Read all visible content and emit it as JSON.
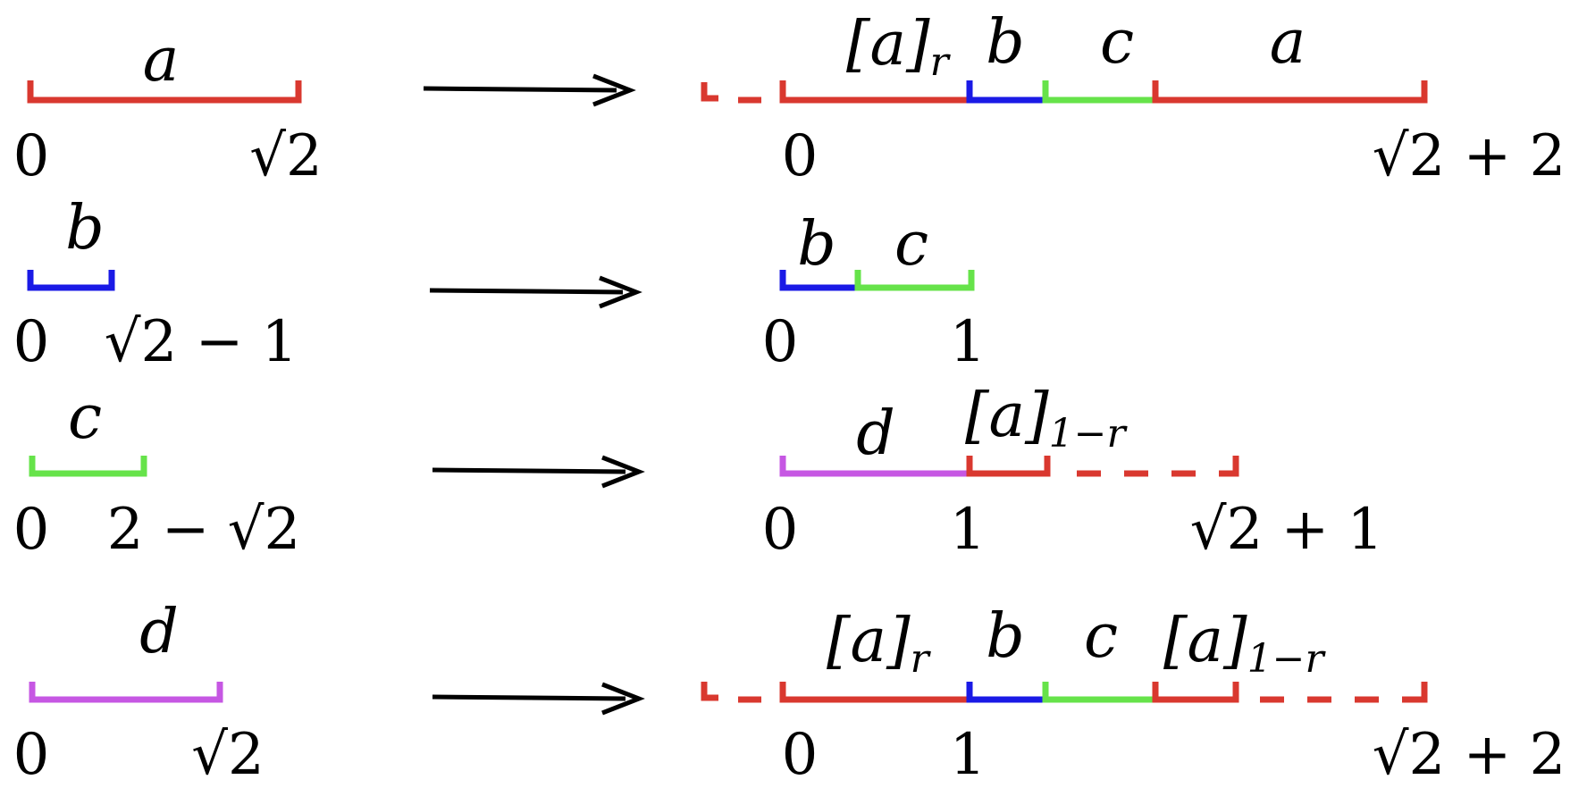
{
  "colors": {
    "a": "#d9382f",
    "b": "#1a1ae6",
    "c": "#66e34a",
    "d": "#c657e3",
    "arrow": "#000000"
  },
  "rows": [
    {
      "left": {
        "segment_label": "a",
        "tick_start": "0",
        "tick_end": "√2"
      },
      "right": {
        "seg_labels": [
          "[a]",
          "b",
          "c",
          "a"
        ],
        "subscripts": [
          "r"
        ],
        "ticks": [
          "0",
          "√2 + 2"
        ]
      }
    },
    {
      "left": {
        "segment_label": "b",
        "tick_start": "0",
        "tick_end": "√2 − 1"
      },
      "right": {
        "seg_labels": [
          "b",
          "c"
        ],
        "ticks": [
          "0",
          "1"
        ]
      }
    },
    {
      "left": {
        "segment_label": "c",
        "tick_start": "0",
        "tick_end": "2 − √2"
      },
      "right": {
        "seg_labels": [
          "d",
          "[a]"
        ],
        "subscripts": [
          "1−r"
        ],
        "ticks": [
          "0",
          "1",
          "√2 + 1"
        ]
      }
    },
    {
      "left": {
        "segment_label": "d",
        "tick_start": "0",
        "tick_end": "√2"
      },
      "right": {
        "seg_labels": [
          "[a]",
          "b",
          "c",
          "[a]"
        ],
        "subscripts": [
          "r",
          "1−r"
        ],
        "ticks": [
          "0",
          "1",
          "√2 + 2"
        ]
      }
    }
  ]
}
